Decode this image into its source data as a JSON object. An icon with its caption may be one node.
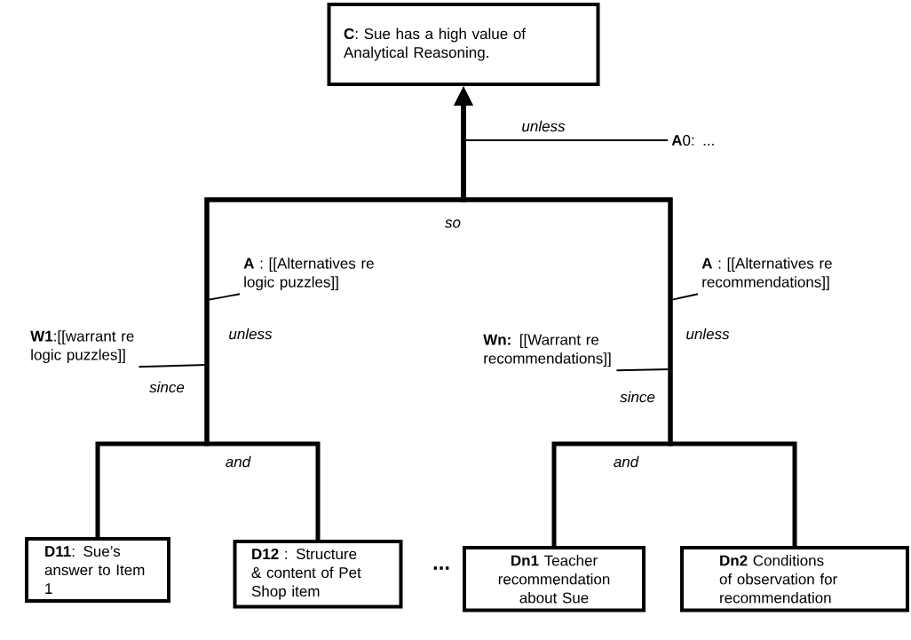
{
  "diagram": {
    "nodes": [
      {
        "text": [
          "**C**: Sue has a high value of Analytical Reasoning."
        ]
      },
      {
        "text": [
          "**A**0: ..."
        ]
      },
      {
        "text": [
          "**A** : [[Alternatives re logic puzzles]]"
        ]
      },
      {
        "text": [
          "**W1**:[[warrant re logic puzzles]]"
        ]
      },
      {
        "text": [
          "**A** : [[Alternatives re recommendations]]"
        ]
      },
      {
        "text": [
          "**Wn:** [[Warrant re recommendations]]"
        ]
      },
      {
        "text": [
          "**D11**: Sue’s answer to Item 1"
        ]
      },
      {
        "text": [
          "**D12** : Structure & content of Pet Shop item"
        ]
      },
      {
        "text": [
          "**Dn1** Teacher recommendation about Sue"
        ]
      },
      {
        "text": [
          "**Dn2** Conditions of observation for recommendation"
        ]
      }
    ],
    "edges": [
      {
        "from": 6,
        "to": 0,
        "arrow": "to",
        "style": "thick"
      },
      {
        "from": 7,
        "to": 0,
        "arrow": "to",
        "style": "thick"
      },
      {
        "from": 8,
        "to": 0,
        "arrow": "to",
        "style": "thick"
      },
      {
        "from": 9,
        "to": 0,
        "arrow": "to",
        "style": "thick"
      },
      {
        "from": 1,
        "to": null,
        "arrow": "none",
        "label": "unless"
      },
      {
        "from": 2,
        "to": null,
        "arrow": "none",
        "label": "unless"
      },
      {
        "from": 3,
        "to": null,
        "arrow": "none",
        "label": "since"
      },
      {
        "from": 4,
        "to": null,
        "arrow": "none",
        "label": "unless"
      },
      {
        "from": 5,
        "to": null,
        "arrow": "none",
        "label": "since"
      }
    ],
    "labels": [
      "so",
      "and",
      "and",
      "..."
    ]
  }
}
